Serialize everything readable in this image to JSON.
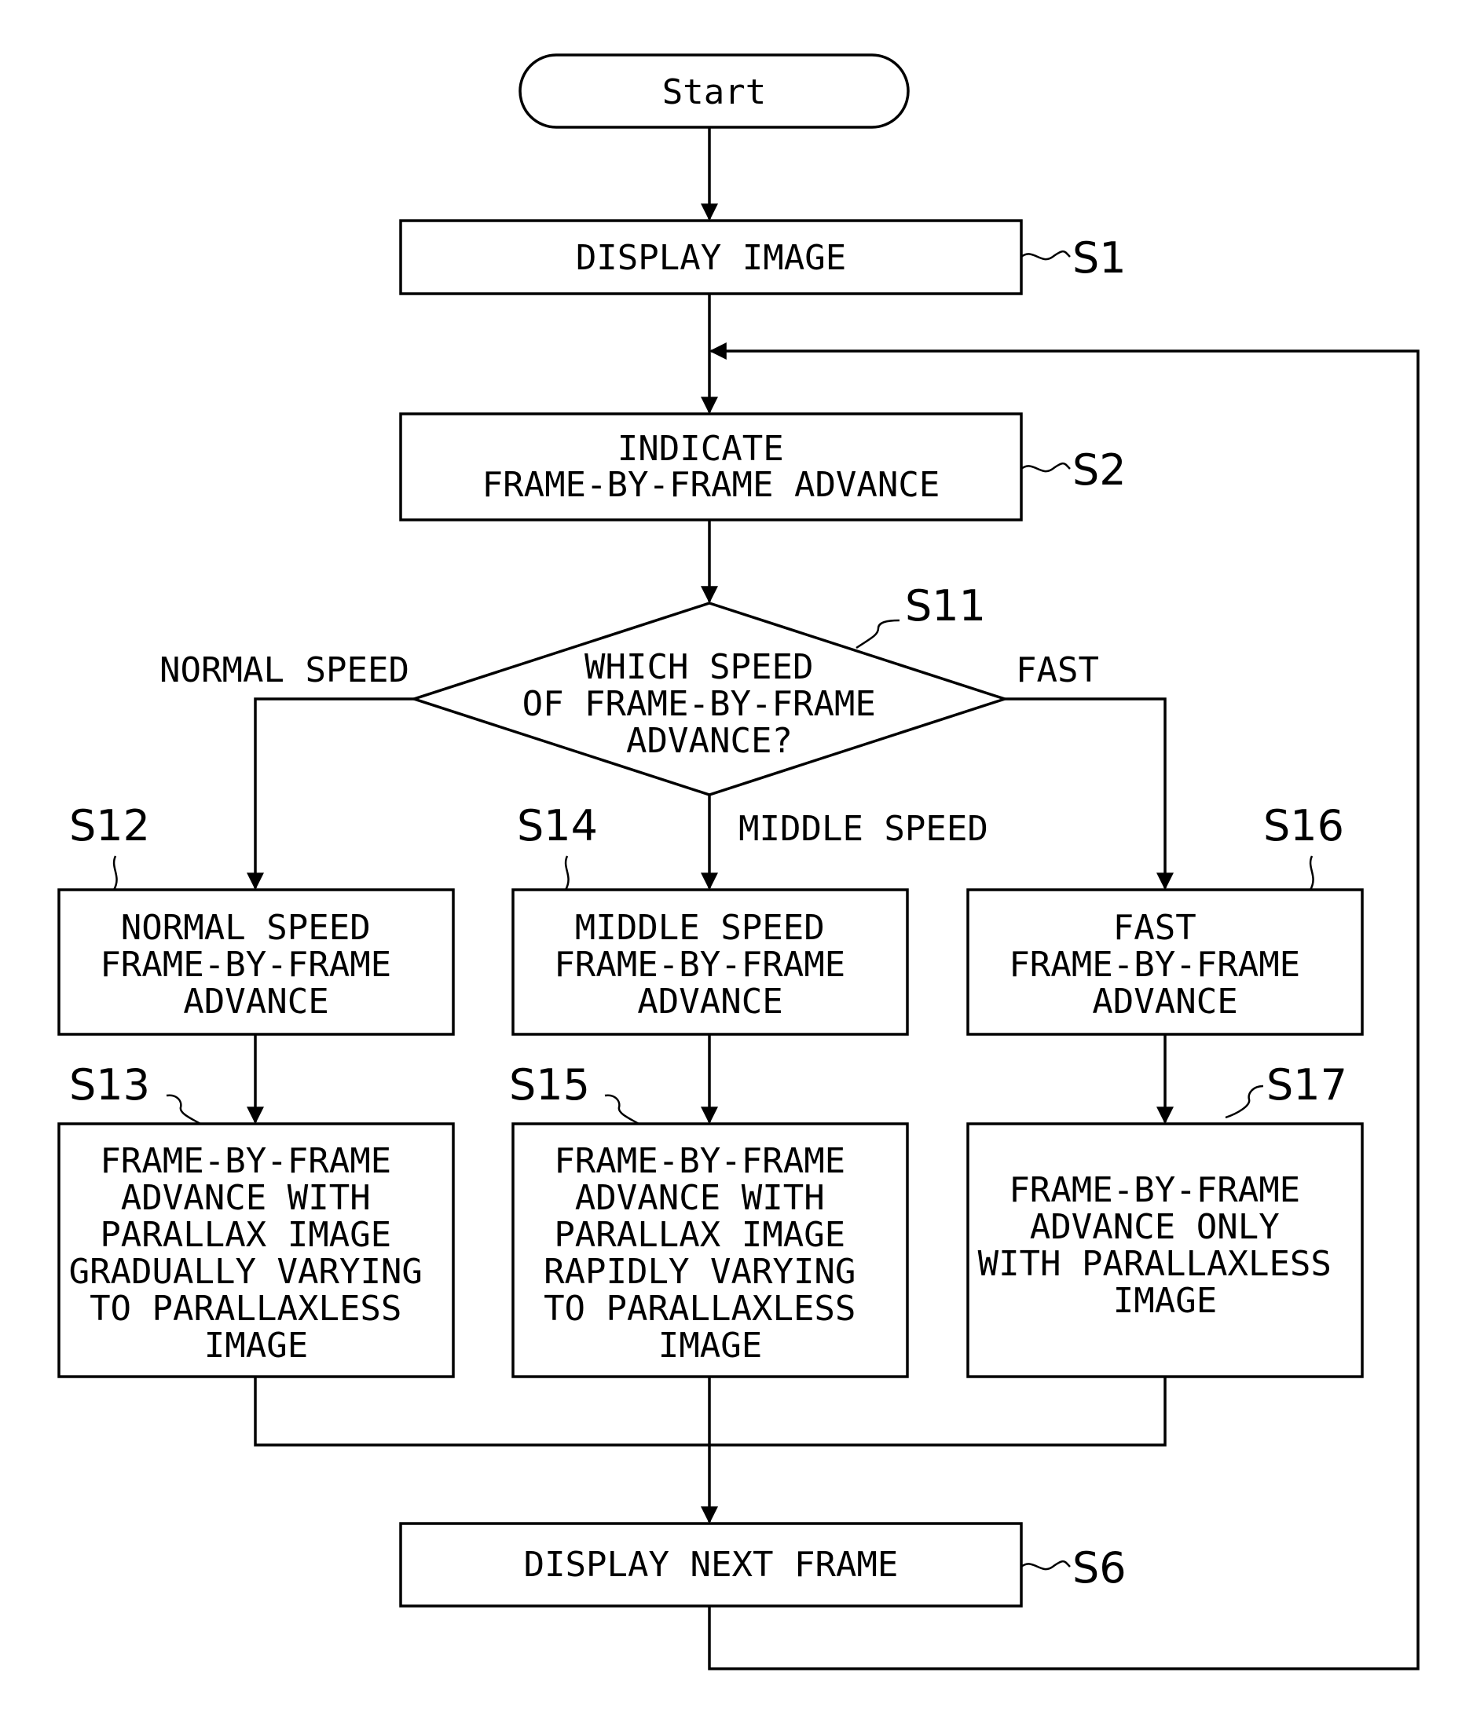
{
  "nodes": {
    "start": {
      "text": [
        "Start"
      ]
    },
    "s1": {
      "label": "S1",
      "text": [
        "DISPLAY IMAGE"
      ]
    },
    "s2": {
      "label": "S2",
      "text": [
        "INDICATE",
        "FRAME-BY-FRAME ADVANCE"
      ]
    },
    "s11": {
      "label": "S11",
      "text": [
        "WHICH SPEED",
        "OF FRAME-BY-FRAME",
        "ADVANCE?"
      ]
    },
    "s12": {
      "label": "S12",
      "text": [
        "NORMAL SPEED",
        "FRAME-BY-FRAME",
        "ADVANCE"
      ]
    },
    "s14": {
      "label": "S14",
      "text": [
        "MIDDLE SPEED",
        "FRAME-BY-FRAME",
        "ADVANCE"
      ]
    },
    "s16": {
      "label": "S16",
      "text": [
        "FAST",
        "FRAME-BY-FRAME",
        "ADVANCE"
      ]
    },
    "s13": {
      "label": "S13",
      "text": [
        "FRAME-BY-FRAME",
        "ADVANCE WITH",
        "PARALLAX IMAGE",
        "GRADUALLY VARYING",
        "TO PARALLAXLESS",
        "IMAGE"
      ]
    },
    "s15": {
      "label": "S15",
      "text": [
        "FRAME-BY-FRAME",
        "ADVANCE WITH",
        "PARALLAX IMAGE",
        "RAPIDLY VARYING",
        "TO PARALLAXLESS",
        "IMAGE"
      ]
    },
    "s17": {
      "label": "S17",
      "text": [
        "FRAME-BY-FRAME",
        "ADVANCE ONLY",
        "WITH PARALLAXLESS",
        "IMAGE"
      ]
    },
    "s6": {
      "label": "S6",
      "text": [
        "DISPLAY NEXT FRAME"
      ]
    }
  },
  "branches": {
    "normal": "NORMAL SPEED",
    "middle": "MIDDLE SPEED",
    "fast": "FAST"
  }
}
